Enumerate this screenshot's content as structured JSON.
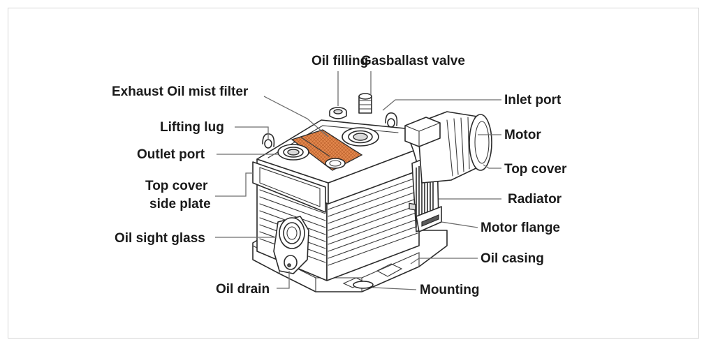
{
  "diagram": {
    "labels": {
      "oil_filling": "Oil filling",
      "gasballast_valve": "Gasballast valve",
      "exhaust_oil_mist_filter": "Exhaust Oil mist filter",
      "inlet_port": "Inlet port",
      "lifting_lug": "Lifting lug",
      "motor": "Motor",
      "outlet_port": "Outlet port",
      "top_cover": "Top cover",
      "top_cover_side_plate_line1": "Top cover",
      "top_cover_side_plate_line2": "side plate",
      "radiator": "Radiator",
      "motor_flange": "Motor flange",
      "oil_sight_glass": "Oil sight glass",
      "oil_casing": "Oil casing",
      "oil_drain": "Oil drain",
      "mounting": "Mounting"
    },
    "colors": {
      "filter_orange": "#e2874d",
      "line_color": "#2b2b2b",
      "frame_border": "#d6d6d6"
    }
  }
}
